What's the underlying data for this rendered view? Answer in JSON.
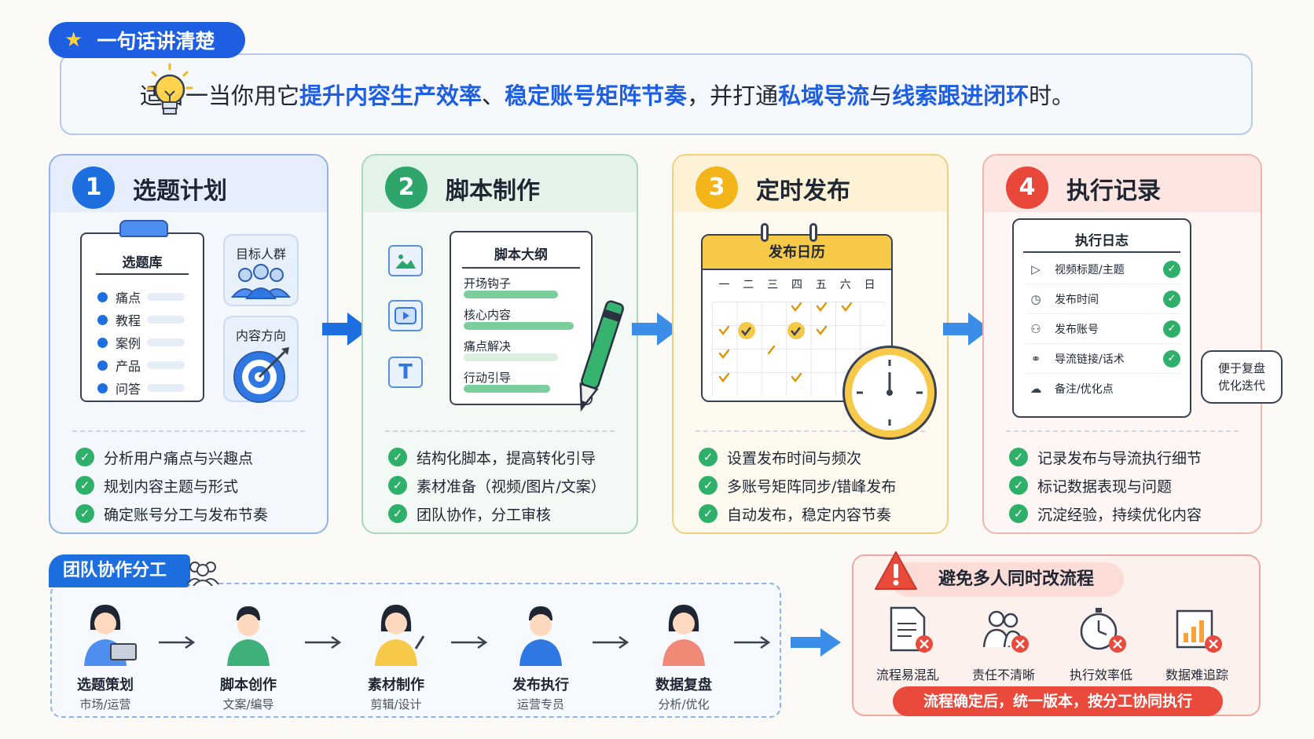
{
  "header": {
    "tag_label": "一句话讲清楚",
    "summary": {
      "p1": "适合一当你用它",
      "h1": "提升内容生产效率",
      "p2": "、",
      "h2": "稳定账号矩阵节奏",
      "p3": "，并打通",
      "h3": "私域导流",
      "p4": "与",
      "h4": "线索跟进闭环",
      "p5": "时。"
    }
  },
  "steps": [
    {
      "number": "1",
      "title": "选题计划",
      "visual": {
        "library_title": "选题库",
        "library_items": [
          "痛点",
          "教程",
          "案例",
          "产品",
          "问答"
        ],
        "target_label": "目标人群",
        "direction_label": "内容方向"
      },
      "bullets": [
        "分析用户痛点与兴趣点",
        "规划内容主题与形式",
        "确定账号分工与发布节奏"
      ]
    },
    {
      "number": "2",
      "title": "脚本制作",
      "visual": {
        "doc_title": "脚本大纲",
        "doc_items": [
          "开场钩子",
          "核心内容",
          "痛点解决",
          "行动引导"
        ]
      },
      "bullets": [
        "结构化脚本，提高转化引导",
        "素材准备（视频/图片/文案）",
        "团队协作，分工审核"
      ]
    },
    {
      "number": "3",
      "title": "定时发布",
      "visual": {
        "calendar_title": "发布日历",
        "weekdays": [
          "一",
          "二",
          "三",
          "四",
          "五",
          "六",
          "日"
        ]
      },
      "bullets": [
        "设置发布时间与频次",
        "多账号矩阵同步/错峰发布",
        "自动发布，稳定内容节奏"
      ]
    },
    {
      "number": "4",
      "title": "执行记录",
      "visual": {
        "log_title": "执行日志",
        "log_items": [
          "视频标题/主题",
          "发布时间",
          "发布账号",
          "导流链接/话术",
          "备注/优化点"
        ],
        "bubble_line1": "便于复盘",
        "bubble_line2": "优化迭代"
      },
      "bullets": [
        "记录发布与导流执行细节",
        "标记数据表现与问题",
        "沉淀经验，持续优化内容"
      ]
    }
  ],
  "team": {
    "label": "团队协作分工",
    "roles": [
      {
        "name": "选题策划",
        "role": "市场/运营"
      },
      {
        "name": "脚本创作",
        "role": "文案/编导"
      },
      {
        "name": "素材制作",
        "role": "剪辑/设计"
      },
      {
        "name": "发布执行",
        "role": "运营专员"
      },
      {
        "name": "数据复盘",
        "role": "分析/优化"
      }
    ]
  },
  "warning": {
    "title": "避免多人同时改流程",
    "risks": [
      "流程易混乱",
      "责任不清晰",
      "执行效率低",
      "数据难追踪"
    ],
    "conclusion": "流程确定后，统一版本，按分工协同执行"
  },
  "colors": {
    "blue": "#1d6fe0",
    "green": "#2ea56a",
    "yellow": "#f2b418",
    "red": "#e8473a"
  }
}
